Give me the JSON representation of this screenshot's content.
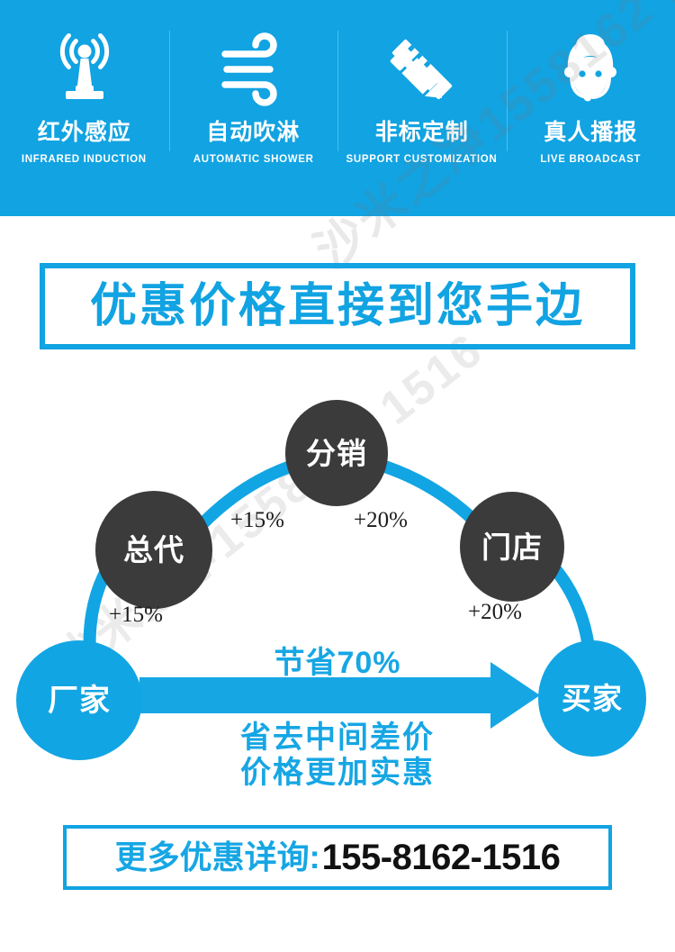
{
  "theme": {
    "brand_blue": "#11a3e2",
    "node_blue": "#12a5e3",
    "node_dark": "#3b3b3b",
    "text_black": "#1c1c1c",
    "white": "#ffffff"
  },
  "header": {
    "features": [
      {
        "icon": "infrared-antenna-icon",
        "cn": "红外感应",
        "en": "INFRARED INDUCTION"
      },
      {
        "icon": "wind-shower-icon",
        "cn": "自动吹淋",
        "en": "AUTOMATIC SHOWER"
      },
      {
        "icon": "pencil-ruler-icon",
        "cn": "非标定制",
        "en": "SUPPORT CUSTOMIZATION"
      },
      {
        "icon": "headset-operator-icon",
        "cn": "真人播报",
        "en": "LIVE BROADCAST"
      }
    ]
  },
  "watermark": {
    "text": "沙米之净1558162 1516",
    "text2": "沙米之净1558162 1516"
  },
  "headline": {
    "text": "优惠价格直接到您手边"
  },
  "chart_data": {
    "type": "diagram",
    "title": "优惠价格直接到您手边",
    "nodes": [
      {
        "id": "changjia",
        "label": "厂家",
        "color": "#12a5e3",
        "role": "start"
      },
      {
        "id": "zongdai",
        "label": "总代",
        "color": "#3b3b3b",
        "role": "middleman"
      },
      {
        "id": "fenxiao",
        "label": "分销",
        "color": "#3b3b3b",
        "role": "middleman"
      },
      {
        "id": "mendian",
        "label": "门店",
        "color": "#3b3b3b",
        "role": "middleman"
      },
      {
        "id": "maijia",
        "label": "买家",
        "color": "#12a5e3",
        "role": "end"
      }
    ],
    "edges": [
      {
        "from": "changjia",
        "to": "zongdai",
        "label": "+15%"
      },
      {
        "from": "zongdai",
        "to": "fenxiao",
        "label": "+15%"
      },
      {
        "from": "fenxiao",
        "to": "mendian",
        "label": "+20%"
      },
      {
        "from": "mendian",
        "to": "maijia",
        "label": "+20%"
      },
      {
        "from": "changjia",
        "to": "maijia",
        "label": "节省70%",
        "direct": true
      }
    ]
  },
  "diagram": {
    "nodes": {
      "changjia": "厂家",
      "zongdai": "总代",
      "fenxiao": "分销",
      "mendian": "门店",
      "maijia": "买家"
    },
    "percents": {
      "top_left": "+15%",
      "top_right": "+20%",
      "bottom_left": "+15%",
      "bottom_right": "+20%"
    },
    "save_label": "节省70%",
    "sub_line_1": "省去中间差价",
    "sub_line_2": "价格更加实惠"
  },
  "contact": {
    "label": "更多优惠详询:",
    "phone": "155-8162-1516"
  }
}
